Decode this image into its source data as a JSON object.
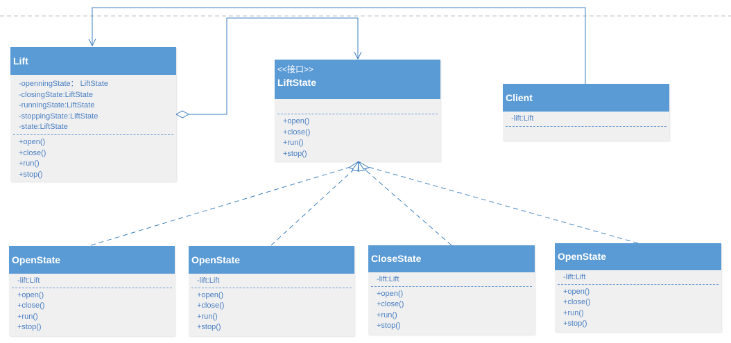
{
  "classes": {
    "lift": {
      "name": "Lift",
      "attributes": [
        "-openningState： LiftState",
        "-closingState:LiftState",
        "-runningState:LiftState",
        "-stoppingState:LiftState",
        "-state:LiftState"
      ],
      "operations": [
        "+open()",
        "+close()",
        "+run()",
        "+stop()"
      ]
    },
    "lift_state": {
      "stereotype": "<<接口>>",
      "name": "LiftState",
      "attributes": [],
      "operations": [
        "+open()",
        "+close()",
        "+run()",
        "+stop()"
      ]
    },
    "client": {
      "name": "Client",
      "attributes": [
        "-lift:Lift"
      ],
      "operations": []
    },
    "open_state_1": {
      "name": "OpenState",
      "attributes": [
        "-lift:Lift"
      ],
      "operations": [
        "+open()",
        "+close()",
        "+run()",
        "+stop()"
      ]
    },
    "open_state_2": {
      "name": "OpenState",
      "attributes": [
        "-lift:Lift"
      ],
      "operations": [
        "+open()",
        "+close()",
        "+run()",
        "+stop()"
      ]
    },
    "close_state": {
      "name": "CloseState",
      "attributes": [
        "-lift:Lift"
      ],
      "operations": [
        "+open()",
        "+close()",
        "+run()",
        "+stop()"
      ]
    },
    "open_state_3": {
      "name": "OpenState",
      "attributes": [
        "-lift:Lift"
      ],
      "operations": [
        "+open()",
        "+close()",
        "+run()",
        "+stop()"
      ]
    }
  },
  "relations": [
    {
      "type": "association",
      "from": "client",
      "to": "lift"
    },
    {
      "type": "aggregation",
      "from": "lift",
      "to": "lift_state"
    },
    {
      "type": "realization",
      "from": "open_state_1",
      "to": "lift_state"
    },
    {
      "type": "realization",
      "from": "open_state_2",
      "to": "lift_state"
    },
    {
      "type": "realization",
      "from": "close_state",
      "to": "lift_state"
    },
    {
      "type": "realization",
      "from": "open_state_3",
      "to": "lift_state"
    }
  ],
  "colors": {
    "header": "#5b9bd5",
    "body": "#f0f0f0",
    "member_text": "#4a7fc1",
    "connector": "#3f7fc0",
    "page_break": "#bfbfbf"
  }
}
